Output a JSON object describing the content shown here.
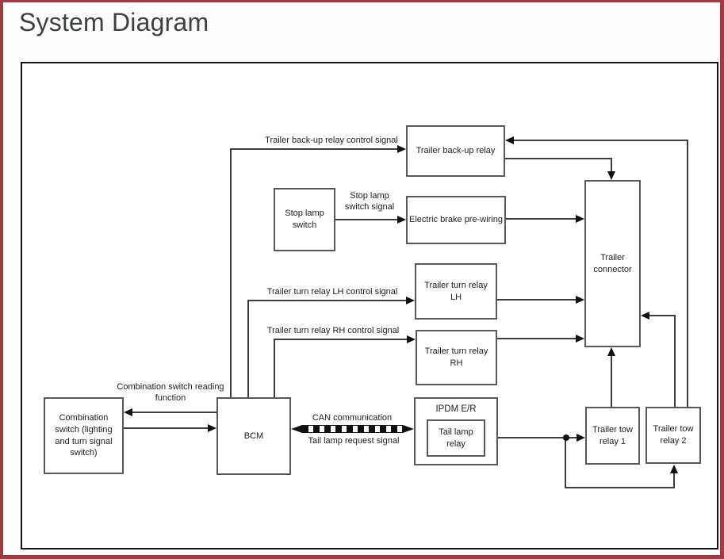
{
  "page": {
    "title": "System Diagram"
  },
  "diagram": {
    "nodes": {
      "trailer_backup_relay": "Trailer back-up relay",
      "stop_lamp_switch": "Stop lamp switch",
      "electric_brake_prewiring": "Electric brake pre-wiring",
      "trailer_turn_relay_lh": "Trailer turn relay LH",
      "trailer_turn_relay_rh": "Trailer turn relay RH",
      "trailer_connector": "Trailer connector",
      "combination_switch": "Combination switch (lighting and turn signal switch)",
      "bcm": "BCM",
      "ipdm_er": "IPDM E/R",
      "tail_lamp_relay": "Tail lamp relay",
      "trailer_tow_relay_1": "Trailer tow relay 1",
      "trailer_tow_relay_2": "Trailer tow relay 2"
    },
    "signals": {
      "backup_relay_control": "Trailer back-up relay control signal",
      "stop_lamp_switch_signal": "Stop lamp switch signal",
      "turn_relay_lh_control": "Trailer turn relay LH control signal",
      "turn_relay_rh_control": "Trailer turn relay RH control signal",
      "combination_switch_reading": "Combination switch reading function",
      "can_communication": "CAN communication",
      "tail_lamp_request": "Tail lamp request signal"
    },
    "colors": {
      "page_frame": "#a23b41",
      "diagram_border": "#141414",
      "wire": "#3d3d3d",
      "box_border": "#595959",
      "arrow": "#111111",
      "title_text": "#3c4043"
    }
  }
}
